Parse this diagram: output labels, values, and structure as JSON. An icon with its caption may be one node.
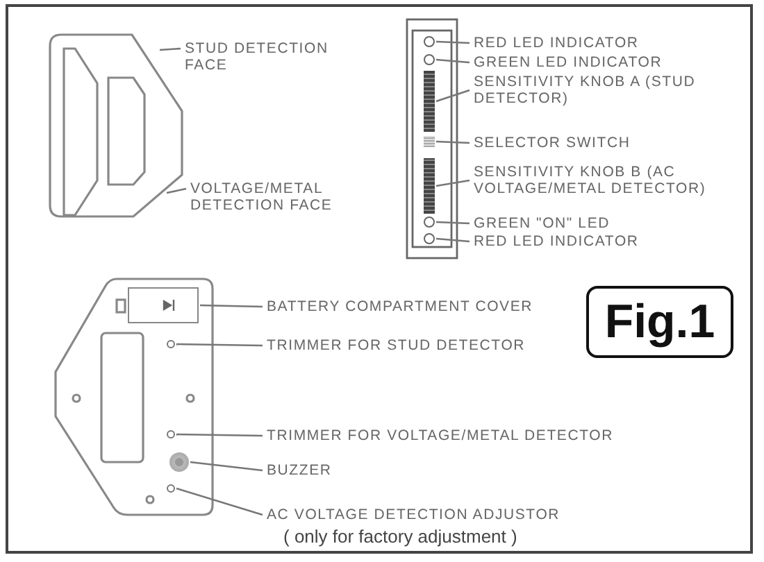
{
  "diagram": {
    "nodes": [
      {
        "text": [
          "STUD DETECTION FACE"
        ]
      },
      {
        "text": [
          "VOLTAGE/METAL DETECTION FACE"
        ]
      },
      {
        "text": [],
        "shape": "circle"
      },
      {
        "text": [
          "RED LED INDICATOR"
        ]
      },
      {
        "text": [],
        "shape": "circle"
      },
      {
        "text": [
          "GREEN LED INDICATOR"
        ]
      },
      {
        "text": [],
        "shape": "bar"
      },
      {
        "text": [
          "SENSITIVITY KNOB A (STUD DETECTOR)"
        ]
      },
      {
        "text": [],
        "shape": "box"
      },
      {
        "text": [
          "SELECTOR SWITCH"
        ]
      },
      {
        "text": [],
        "shape": "bar"
      },
      {
        "text": [
          "SENSITIVITY KNOB B (AC VOLTAGE/METAL DETECTOR)"
        ]
      },
      {
        "text": [],
        "shape": "circle"
      },
      {
        "text": [
          "GREEN \"ON\" LED"
        ]
      },
      {
        "text": [],
        "shape": "circle"
      },
      {
        "text": [
          "RED LED INDICATOR"
        ]
      },
      {
        "text": [],
        "shape": "box"
      },
      {
        "text": [
          "BATTERY COMPARTMENT COVER"
        ]
      },
      {
        "text": [
          "Fig.1"
        ]
      },
      {
        "text": [],
        "shape": "circle"
      },
      {
        "text": [
          "TRIMMER FOR STUD DETECTOR"
        ]
      },
      {
        "text": [],
        "shape": "circle"
      },
      {
        "text": [
          "TRIMMER FOR VOLTAGE/METAL DETECTOR"
        ]
      },
      {
        "text": [],
        "shape": "circle"
      },
      {
        "text": [
          "BUZZER"
        ]
      },
      {
        "text": [],
        "shape": "circle"
      },
      {
        "text": [
          "AC VOLTAGE DETECTION ADJUSTOR",
          "( only for factory adjustment )"
        ]
      }
    ],
    "edges": [
      {
        "from": 0,
        "to": null,
        "arrow": "none"
      },
      {
        "from": 1,
        "to": null,
        "arrow": "none"
      },
      {
        "from": 3,
        "to": 2,
        "arrow": "none"
      },
      {
        "from": 5,
        "to": 4,
        "arrow": "none"
      },
      {
        "from": 7,
        "to": 6,
        "arrow": "none"
      },
      {
        "from": 9,
        "to": 8,
        "arrow": "none"
      },
      {
        "from": 11,
        "to": 10,
        "arrow": "none"
      },
      {
        "from": 13,
        "to": 12,
        "arrow": "none"
      },
      {
        "from": 15,
        "to": 14,
        "arrow": "none"
      },
      {
        "from": 17,
        "to": 16,
        "arrow": "none"
      },
      {
        "from": 20,
        "to": 19,
        "arrow": "none"
      },
      {
        "from": 22,
        "to": 21,
        "arrow": "none"
      },
      {
        "from": 24,
        "to": 23,
        "arrow": "none"
      },
      {
        "from": 26,
        "to": 25,
        "arrow": "none"
      }
    ]
  }
}
